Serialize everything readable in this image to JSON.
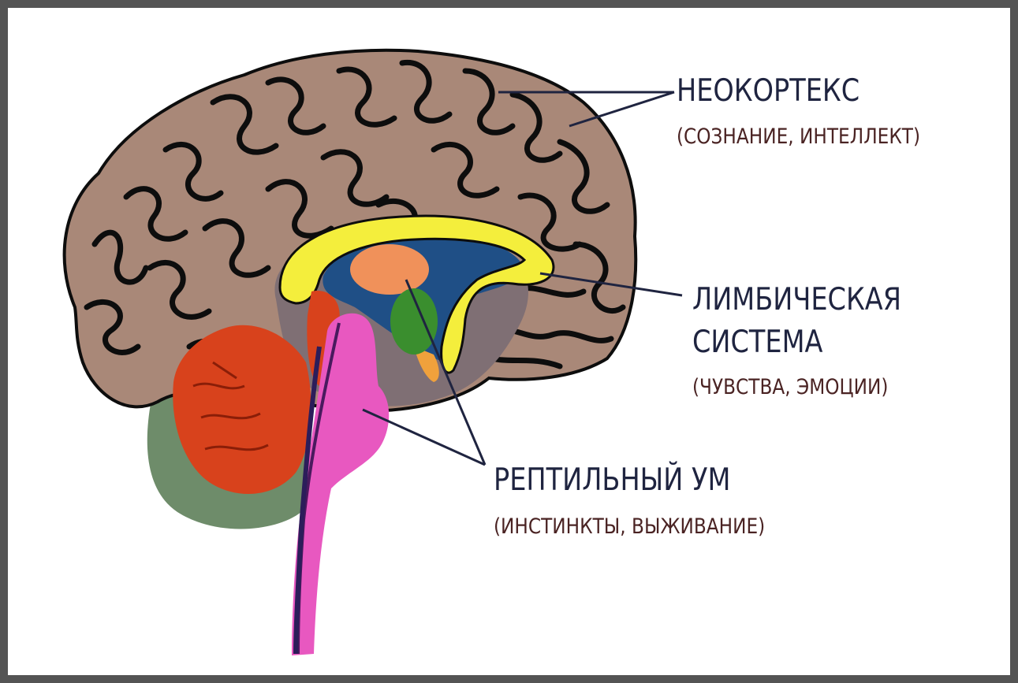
{
  "neocortex": {
    "title": "НЕОКОРТЕКС",
    "subtitle": "(СОЗНАНИЕ, ИНТЕЛЛЕКТ)"
  },
  "limbic": {
    "title_line1": "ЛИМБИЧЕСКАЯ",
    "title_line2": "СИСТЕМА",
    "subtitle": "(ЧУВСТВА, ЭМОЦИИ)"
  },
  "reptilian": {
    "title": "РЕПТИЛЬНЫЙ УМ",
    "subtitle": "(ИНСТИНКТЫ, ВЫЖИВАНИЕ)"
  },
  "colors": {
    "frame": "#545454",
    "cortex": "#a98878",
    "sulci": "#0d0d0d",
    "limbic_yellow": "#f4ee3c",
    "ventricle_blue": "#1f4f86",
    "thalamus_orange": "#f0915a",
    "amygdala_green": "#3a8e2e",
    "cerebellum_red": "#d8421c",
    "brainstem_pink": "#e858c0",
    "midbrain_grey": "#7f6f74",
    "cerebellum_shadow": "#6e8c6a",
    "pointer_lines": "#1f2440"
  }
}
